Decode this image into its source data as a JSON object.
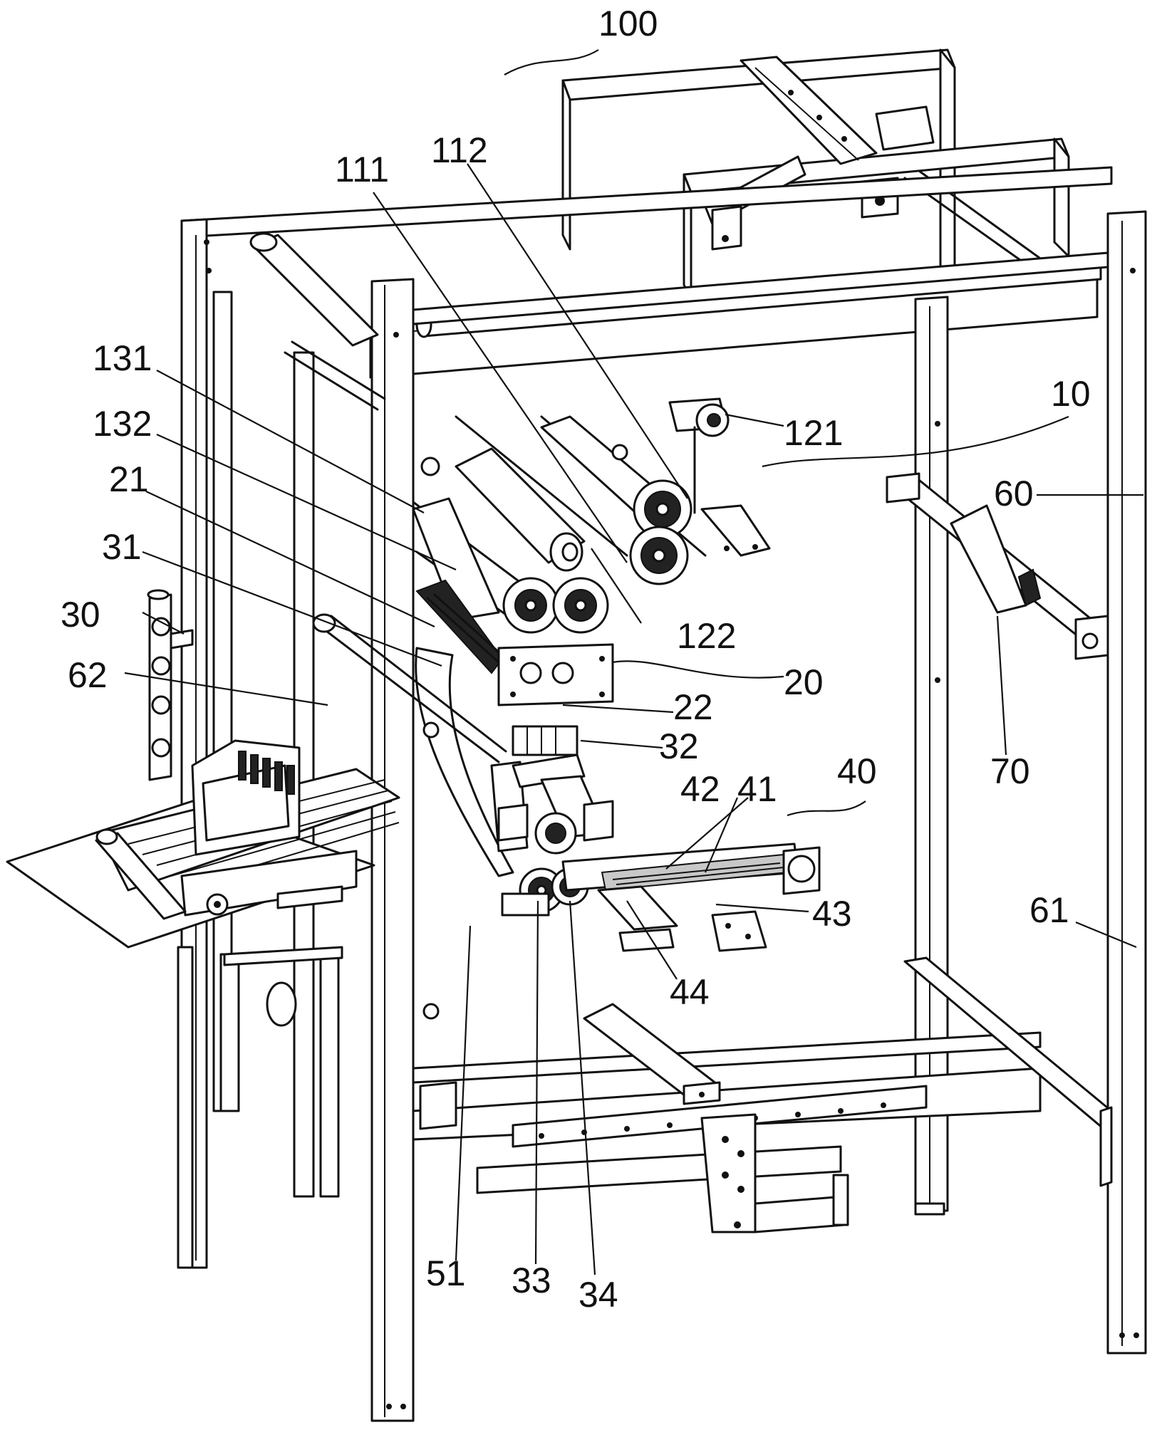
{
  "figure": {
    "title": "Patent drawing of packaging machine frame with roller and cutting assemblies",
    "labels": {
      "l100": "100",
      "l111": "111",
      "l112": "112",
      "l131": "131",
      "l132": "132",
      "l21": "21",
      "l31": "31",
      "l30": "30",
      "l62": "62",
      "l121": "121",
      "l10": "10",
      "l60": "60",
      "l122": "122",
      "l20": "20",
      "l22": "22",
      "l32": "32",
      "l40": "40",
      "l42": "42",
      "l41": "41",
      "l70": "70",
      "l43": "43",
      "l61": "61",
      "l44": "44",
      "l51": "51",
      "l33": "33",
      "l34": "34"
    }
  }
}
